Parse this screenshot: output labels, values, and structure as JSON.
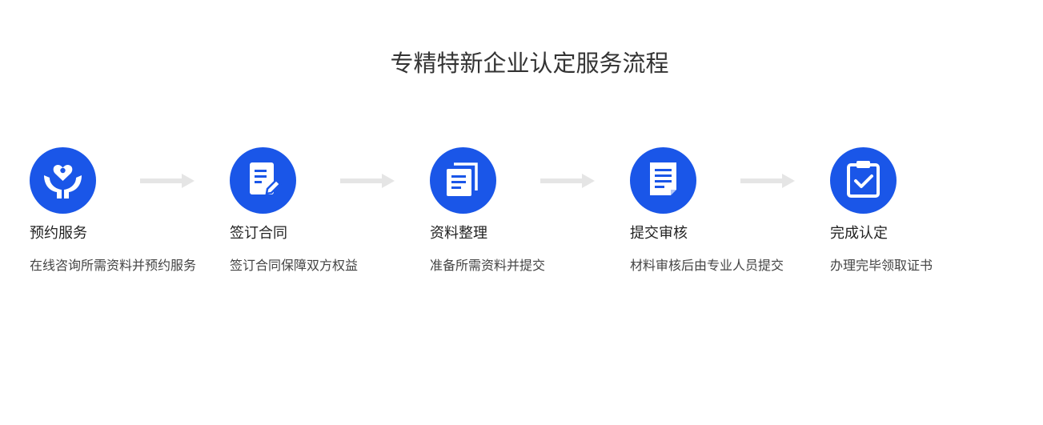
{
  "title": "专精特新企业认定服务流程",
  "colors": {
    "accent": "#1a56e8",
    "arrow": "#e5e5e5",
    "title_text": "#333333"
  },
  "steps": [
    {
      "icon": "heart-hands-icon",
      "title": "预约服务",
      "desc": "在线咨询所需资料并预约服务"
    },
    {
      "icon": "document-edit-icon",
      "title": "签订合同",
      "desc": "签订合同保障双方权益"
    },
    {
      "icon": "documents-stack-icon",
      "title": "资料整理",
      "desc": "准备所需资料并提交"
    },
    {
      "icon": "document-list-icon",
      "title": "提交审核",
      "desc": "材料审核后由专业人员提交"
    },
    {
      "icon": "clipboard-check-icon",
      "title": "完成认定",
      "desc": "办理完毕领取证书"
    }
  ]
}
